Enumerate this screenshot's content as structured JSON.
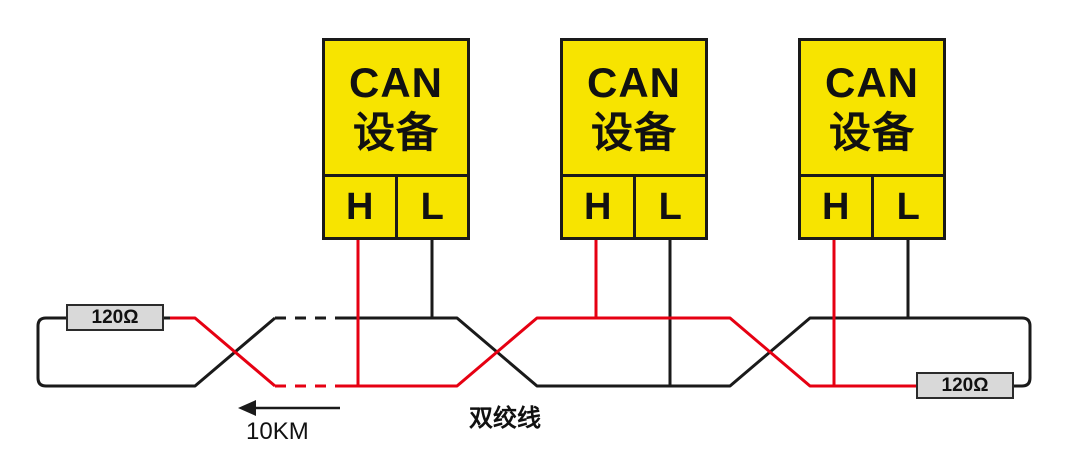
{
  "diagram": {
    "devices": [
      {
        "line1": "CAN",
        "line2": "设备",
        "terminal_h": "H",
        "terminal_l": "L"
      },
      {
        "line1": "CAN",
        "line2": "设备",
        "terminal_h": "H",
        "terminal_l": "L"
      },
      {
        "line1": "CAN",
        "line2": "设备",
        "terminal_h": "H",
        "terminal_l": "L"
      }
    ],
    "terminators": {
      "left_label": "120Ω",
      "right_label": "120Ω"
    },
    "bus_label": "双绞线",
    "distance_label": "10KM",
    "colors": {
      "device_fill": "#F7E400",
      "wire_red": "#E60012",
      "wire_black": "#1A1A1A",
      "resistor_fill": "#D9D9D9",
      "arrow": "#1A1A1A"
    }
  }
}
